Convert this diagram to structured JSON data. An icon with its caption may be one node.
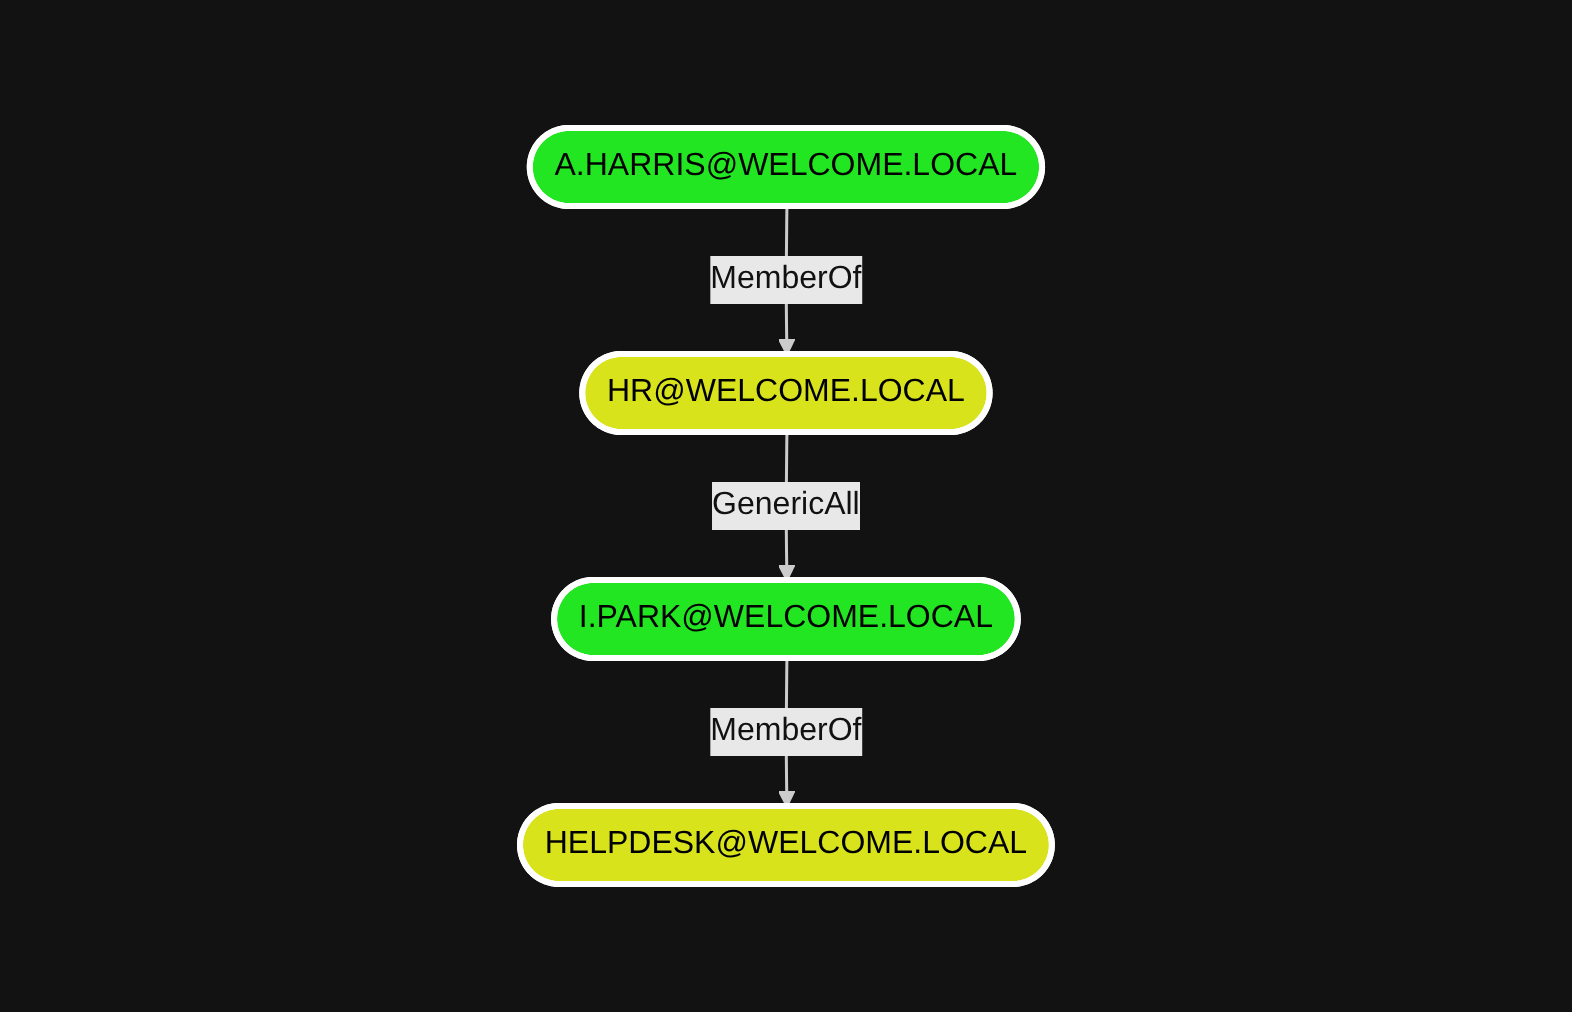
{
  "diagram": {
    "nodes": [
      {
        "text": [
          "A.HARRIS@WELCOME.LOCAL"
        ]
      },
      {
        "text": [
          "HR@WELCOME.LOCAL"
        ]
      },
      {
        "text": [
          "I.PARK@WELCOME.LOCAL"
        ]
      },
      {
        "text": [
          "HELPDESK@WELCOME.LOCAL"
        ]
      }
    ],
    "edges": [
      {
        "from": 0,
        "to": 1,
        "arrow": "to",
        "label": "MemberOf"
      },
      {
        "from": 1,
        "to": 2,
        "arrow": "to",
        "label": "GenericAll"
      },
      {
        "from": 2,
        "to": 3,
        "arrow": "to",
        "label": "MemberOf"
      }
    ]
  }
}
